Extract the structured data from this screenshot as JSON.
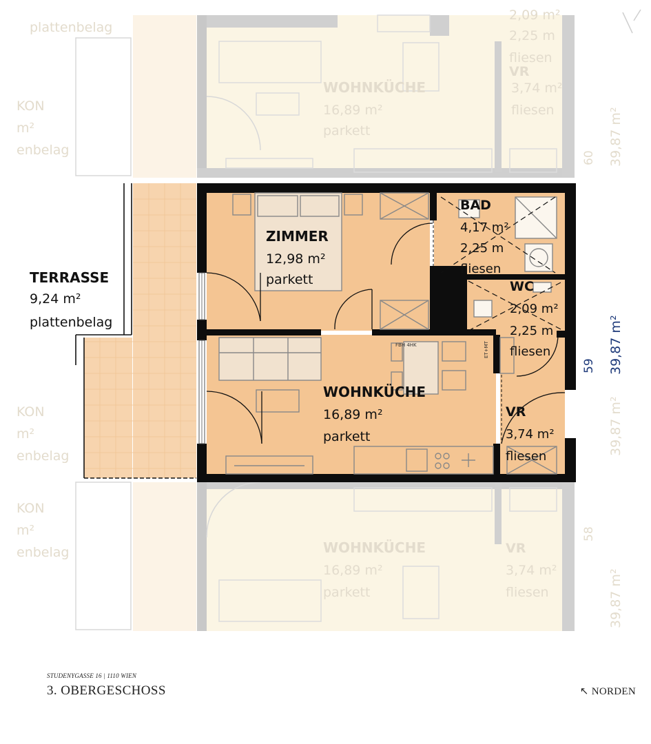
{
  "plan": {
    "zimmer": {
      "name": "ZIMMER",
      "area": "12,98 m²",
      "floor": "parkett"
    },
    "bad": {
      "name": "BAD",
      "area": "4,17 m²",
      "height": "2,25 m",
      "floor": "fliesen"
    },
    "wc": {
      "name": "WC",
      "area": "2,09 m²",
      "height": "2,25 m",
      "floor": "fliesen"
    },
    "wohnkueche": {
      "name": "WOHNKÜCHE",
      "area": "16,89 m²",
      "floor": "parkett"
    },
    "vr": {
      "name": "VR",
      "area": "3,74 m²",
      "floor": "fliesen"
    },
    "terrasse": {
      "name": "TERRASSE",
      "area": "9,24 m²",
      "floor": "plattenbelag"
    },
    "top_number": "59",
    "total_area": "39,87 m²",
    "fbh_label": "FBH 4HK",
    "etmt_label": "ET+MT",
    "ghost_top": {
      "wk_name": "WOHNKÜCHE",
      "wk_area": "16,89 m²",
      "wk_floor": "parkett",
      "vr_name": "VR",
      "vr_area": "3,74 m²",
      "vr_floor": "fliesen",
      "wc_area": "2,09 m²",
      "wc_height": "2,25 m",
      "wc_floor": "fliesen",
      "terrace_floor": "plattenbelag",
      "top_number": "60",
      "total_area": "39,87 m²"
    },
    "ghost_bottom": {
      "wk_name": "WOHNKÜCHE",
      "wk_area": "16,89 m²",
      "wk_floor": "parkett",
      "vr_name": "VR",
      "vr_area": "3,74 m²",
      "vr_floor": "fliesen",
      "top_number": "58",
      "total_area": "39,87 m²"
    },
    "ghost_left": {
      "kon": "KON",
      "m2": "m²",
      "enbelag": "enbelag"
    },
    "ghost_right_area": "39,87 m²"
  },
  "colors": {
    "wall": "#0d0d0d",
    "floor_room": "#f4c593",
    "floor_terrace": "#f7d4ae",
    "ghost_floor": "#fbf5e4",
    "ghost_wall": "#c8c8c8",
    "accent_area": "#1e3a7a"
  },
  "footer": {
    "address": "STUDENYGASSE 16 | 1110 WIEN",
    "floor_title": "3. OBERGESCHOSS",
    "north": "NORDEN",
    "north_arrow": "↖"
  }
}
